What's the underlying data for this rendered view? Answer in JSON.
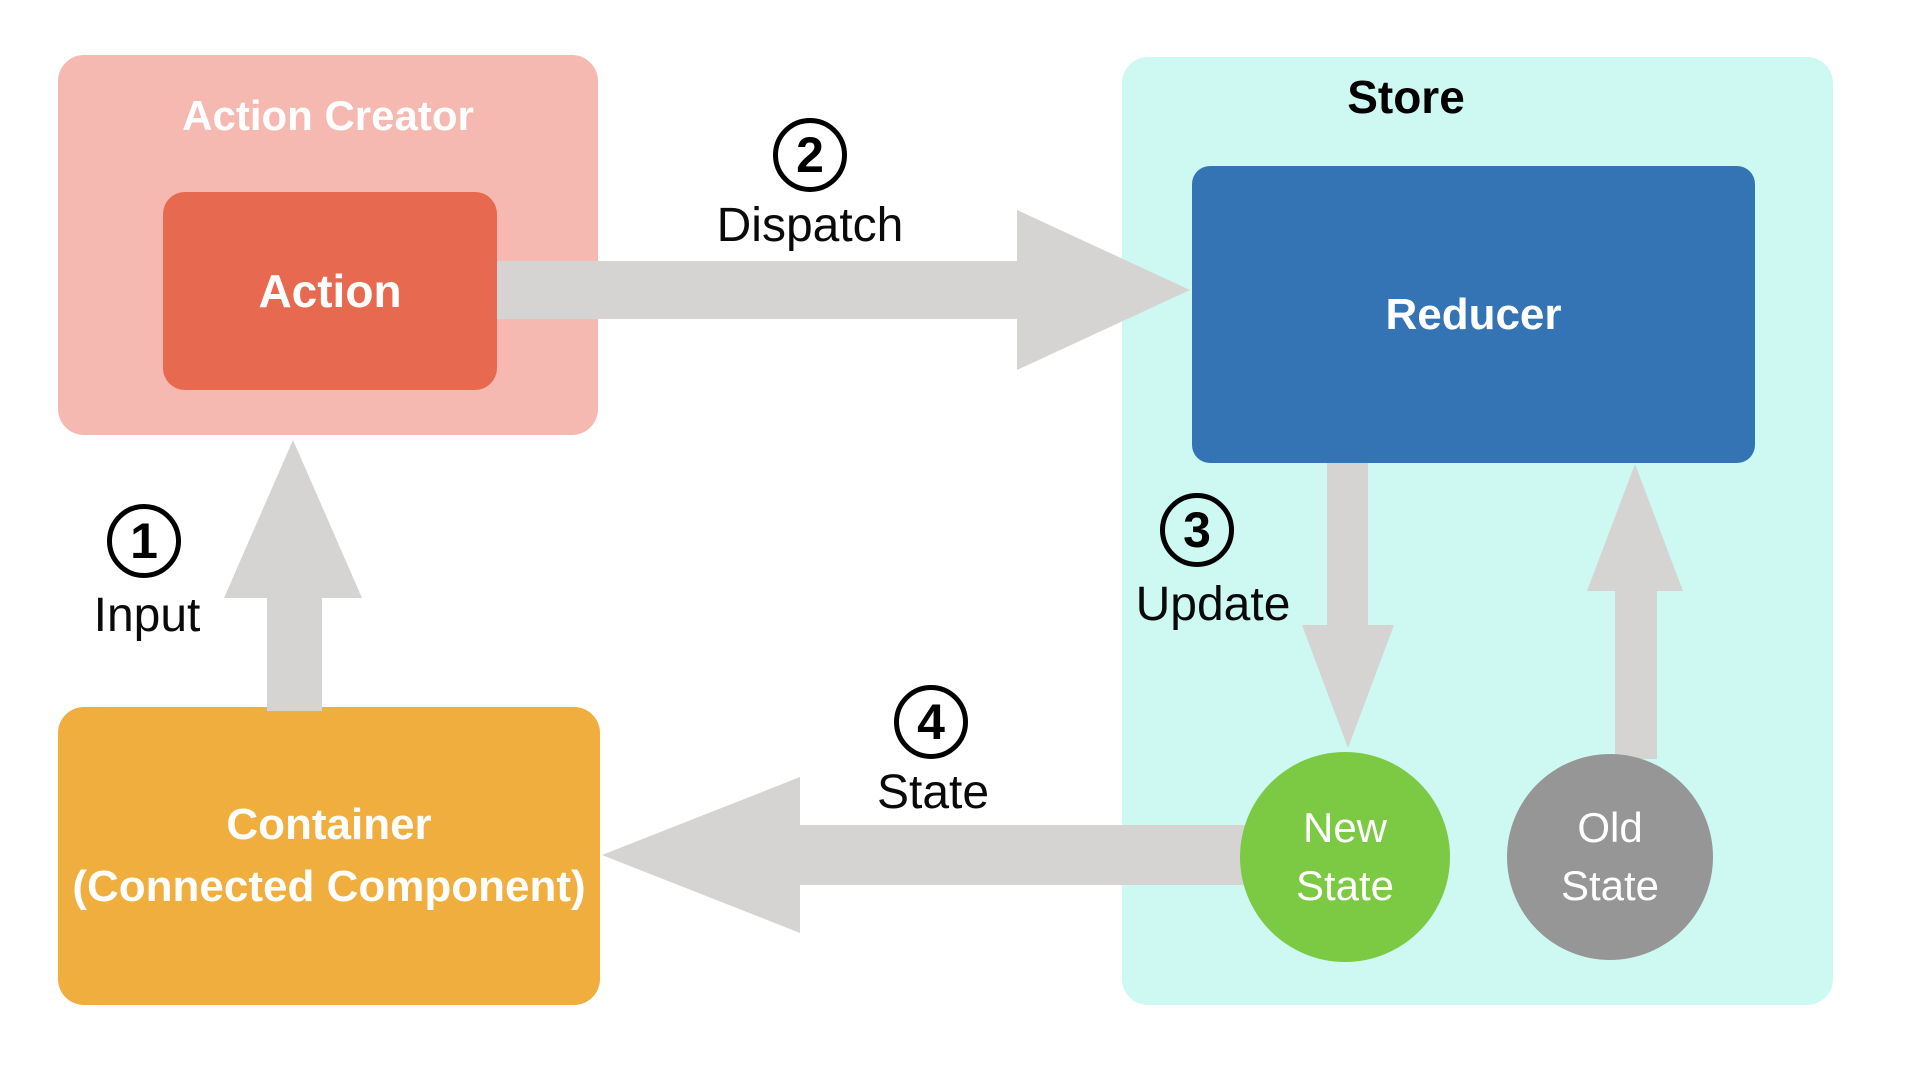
{
  "diagram": {
    "title_region_labels": {
      "action_creator": "Action Creator",
      "store": "Store"
    },
    "nodes": {
      "action_creator": {
        "label": "Action Creator",
        "color": "#F5B9B1",
        "text_color": "#ffffff"
      },
      "action": {
        "label": "Action",
        "color": "#E7694F",
        "text_color": "#ffffff"
      },
      "store": {
        "label": "Store",
        "color": "#CDF9F2",
        "text_color": "#000000"
      },
      "reducer": {
        "label": "Reducer",
        "color": "#3474B4",
        "text_color": "#ffffff"
      },
      "container": {
        "label": "Container",
        "sublabel": "(Connected Component)",
        "color": "#F0AE3E",
        "text_color": "#ffffff"
      },
      "new_state": {
        "line1": "New",
        "line2": "State",
        "color": "#7CC943",
        "text_color": "#ffffff"
      },
      "old_state": {
        "line1": "Old",
        "line2": "State",
        "color": "#979696",
        "text_color": "#ffffff"
      }
    },
    "steps": [
      {
        "number": "1",
        "label": "Input",
        "from": "container",
        "to": "action_creator"
      },
      {
        "number": "2",
        "label": "Dispatch",
        "from": "action",
        "to": "reducer"
      },
      {
        "number": "3",
        "label": "Update",
        "from": "reducer",
        "to": "new_state"
      },
      {
        "number": "4",
        "label": "State",
        "from": "new_state",
        "to": "container"
      }
    ],
    "extra_arrows": [
      {
        "from": "old_state",
        "to": "reducer"
      }
    ],
    "colors": {
      "background": "#ffffff",
      "arrow": "#D5D4D3",
      "step_badge_border": "#000000",
      "step_label_text": "#0a0a0a"
    }
  }
}
